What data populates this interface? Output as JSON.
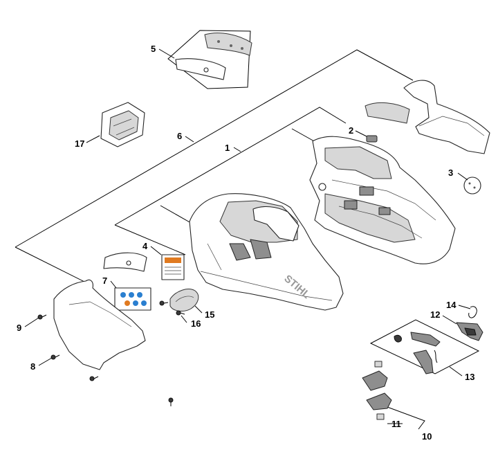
{
  "brand_text": "STIHL",
  "callouts": [
    {
      "id": "c1",
      "label": "1"
    },
    {
      "id": "c2",
      "label": "2"
    },
    {
      "id": "c3",
      "label": "3"
    },
    {
      "id": "c4",
      "label": "4"
    },
    {
      "id": "c5",
      "label": "5"
    },
    {
      "id": "c6",
      "label": "6"
    },
    {
      "id": "c7",
      "label": "7"
    },
    {
      "id": "c8",
      "label": "8"
    },
    {
      "id": "c9",
      "label": "9"
    },
    {
      "id": "c10",
      "label": "10"
    },
    {
      "id": "c11",
      "label": "11"
    },
    {
      "id": "c12",
      "label": "12"
    },
    {
      "id": "c13",
      "label": "13"
    },
    {
      "id": "c14",
      "label": "14"
    },
    {
      "id": "c15",
      "label": "15"
    },
    {
      "id": "c16",
      "label": "16"
    },
    {
      "id": "c17",
      "label": "17"
    }
  ],
  "colors": {
    "line": "#000000",
    "part_fill": "#ffffff",
    "part_grey": "#d7d7d7",
    "part_dark": "#8e8e8e",
    "label_orange": "#e07a20",
    "label_blue": "#2a7fd0"
  }
}
